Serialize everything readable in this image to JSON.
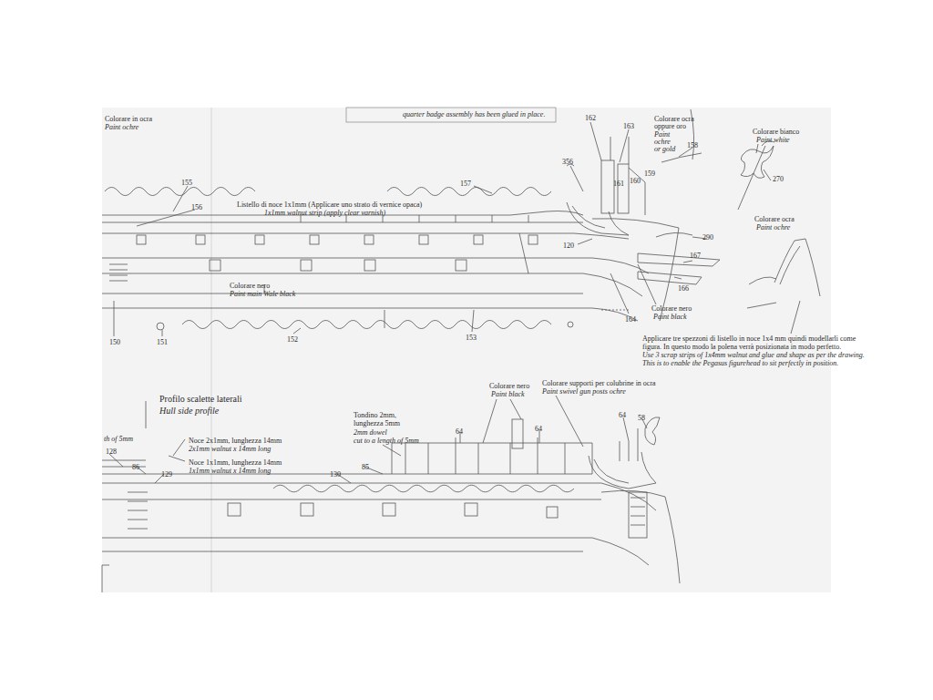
{
  "diagram": {
    "labels": [
      "Colorare in ocra",
      "Paint ochre",
      "quarter badge assembly has been glued in place.",
      "162",
      "163",
      "Colorare ocra",
      "oppure oro",
      "Paint",
      "ochre",
      "or gold",
      "158",
      "Colorare bianco",
      "Paint white",
      "356",
      "161",
      "160",
      "159",
      "270",
      "155",
      "157",
      "156",
      "Listello di noce 1x1mm (Applicare uno strato di vernice opaca)",
      "1x1mm walnut strip (apply clear varnish)",
      "Colorare ocra",
      "Paint ochre",
      "290",
      "120",
      "167",
      "166",
      "Colorare nero",
      "Paint main Wale black",
      "Colorare nero",
      "Paint black",
      "164",
      "150",
      "151",
      "152",
      "153",
      "Applicare tre spezzoni di listello in noce 1x4 mm quindi modellarli come",
      "figura. In questo modo la polena verrà posizionata in modo perfetto.",
      "Use 3 scrap strips of 1x4mm walnut and glue and shape as per the drawing.",
      "This is to enable the Pegasus figurehead to sit perfectly in position.",
      "Profilo scalette laterali",
      "Hull side profile",
      "th of 5mm",
      "Tondino 2mm,",
      "lunghezza 5mm",
      "2mm dowel",
      "cut to a length of 5mm",
      "Colorare nero",
      "Paint black",
      "Colorare supporti per colubrine in ocra",
      "Paint swivel gun posts ochre",
      "Noce 2x1mm, lunghezza 14mm",
      "2x1mm walnut x 14mm long",
      "Noce 1x1mm, lunghezza 14mm",
      "1x1mm walnut x 14mm long",
      "64",
      "64",
      "64",
      "58",
      "128",
      "86",
      "129",
      "130",
      "85"
    ]
  }
}
